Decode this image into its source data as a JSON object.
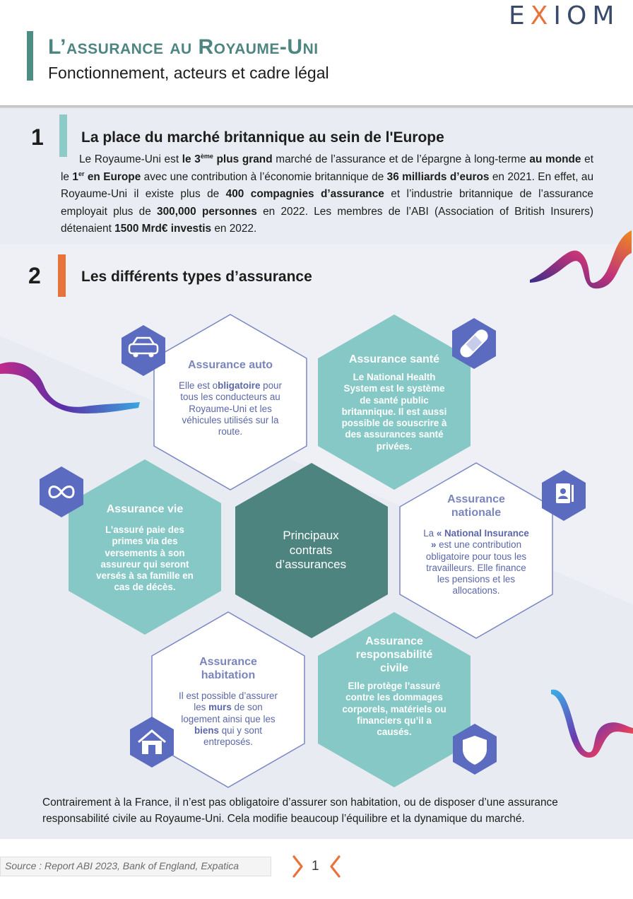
{
  "header": {
    "logo_left": "E",
    "logo_x": "X",
    "logo_right": "IOM",
    "title": "L’assurance au Royaume-Uni",
    "subtitle": "Fonctionnement, acteurs et cadre légal"
  },
  "section1": {
    "number": "1",
    "title": "La place du marché britannique au sein de l'Europe",
    "t1": "Le Royaume-Uni est ",
    "b1": "le 3",
    "b1_sup": "ème",
    "b2": " plus grand",
    "t2": " marché de l’assurance et de l’épargne à long-terme ",
    "b3": "au monde",
    "t3": " et le ",
    "b4": "1",
    "b4_sup": "er",
    "b5": " en Europe",
    "t4": " avec une contribution à l’économie britannique de ",
    "b6": "36 milliards d’euros",
    "t5": " en 2021. En effet, au Royaume-Uni il existe plus de ",
    "b7": "400 compagnies d’assurance",
    "t6": " et l’industrie britannique de l’assurance employait plus de ",
    "b8": "300,000 personnes",
    "t7": " en 2022. Les membres de l’ABI (Association of British Insurers) détenaient ",
    "b9": "1500 Mrd€ investis",
    "t8": " en 2022."
  },
  "section2": {
    "number": "2",
    "title": "Les différents types d’assurance",
    "center_line1": "Principaux",
    "center_line2": "contrats",
    "center_line3": "d’assurances",
    "auto": {
      "title": "Assurance auto",
      "p1": "Elle est o",
      "p1b": "bligatoire",
      "p2": " pour tous les conducteurs au Royaume-Uni et les véhicules utilisés sur la route."
    },
    "sante": {
      "title": "Assurance santé",
      "p1": "Le ",
      "p1b": "National Health System",
      "p2": " est le système de santé ",
      "p2b": "public",
      "p3": " britannique. Il est aussi possible de souscrire à des assurances santé privées."
    },
    "vie": {
      "title": "Assurance vie",
      "body": "L’assuré paie des primes via des versements à son assureur qui seront versés à sa famille en cas de décès."
    },
    "nationale": {
      "title_l1": "Assurance",
      "title_l2": "nationale",
      "p1": "La ",
      "p1b": "« National Insurance »",
      "p2": " est une contribution obligatoire pour tous les travailleurs. Elle finance les pensions et les allocations."
    },
    "habitation": {
      "title_l1": "Assurance",
      "title_l2": "habitation",
      "p1": "Il est possible d’assurer les ",
      "p1b": "murs",
      "p2": " de son logement ainsi que les ",
      "p2b": "biens",
      "p3": " qui y sont entreposés."
    },
    "rc": {
      "title_l1": "Assurance",
      "title_l2": "responsabilité",
      "title_l3": "civile",
      "body": "Elle protège l’assuré contre les dommages corporels, matériels ou financiers qu’il a causés."
    },
    "note": "Contrairement à la France, il n’est pas obligatoire d’assurer son habitation, ou de disposer d’une assurance responsabilité civile au Royaume-Uni. Cela modifie beaucoup l’équilibre et la dynamique du marché."
  },
  "icons": {
    "auto": "car-icon",
    "sante": "bandage-icon",
    "vie": "infinity-icon",
    "nationale": "id-card-icon",
    "habitation": "house-icon",
    "rc": "shield-icon"
  },
  "footer": {
    "source": "Source : Report ABI 2023,  Bank of England, Expatica",
    "page": "1"
  },
  "colors": {
    "teal": "#86c8c5",
    "dark_teal": "#4e8480",
    "indigo": "#5b6cc0",
    "orange": "#e8733a",
    "hex_stroke": "#7a86c4"
  }
}
